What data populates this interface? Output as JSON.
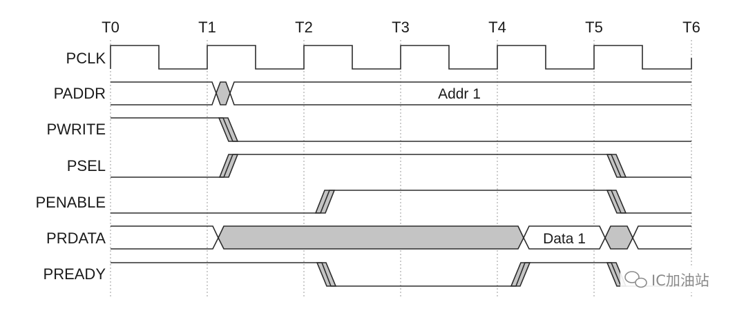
{
  "time_marks": [
    "T0",
    "T1",
    "T2",
    "T3",
    "T4",
    "T5",
    "T6"
  ],
  "signals": [
    {
      "name": "PCLK",
      "kind": "clock"
    },
    {
      "name": "PADDR",
      "kind": "bus",
      "value_label": "Addr 1"
    },
    {
      "name": "PWRITE",
      "kind": "level"
    },
    {
      "name": "PSEL",
      "kind": "level"
    },
    {
      "name": "PENABLE",
      "kind": "level"
    },
    {
      "name": "PRDATA",
      "kind": "bus",
      "value_label": "Data 1"
    },
    {
      "name": "PREADY",
      "kind": "level"
    }
  ],
  "watermark": {
    "text": "IC加油站",
    "icon": "wechat-icon"
  },
  "colors": {
    "line": "#2b2b2b",
    "shade": "#c4c4c4",
    "grid": "#9a9a9a",
    "watermark": "#8a8a8a"
  }
}
